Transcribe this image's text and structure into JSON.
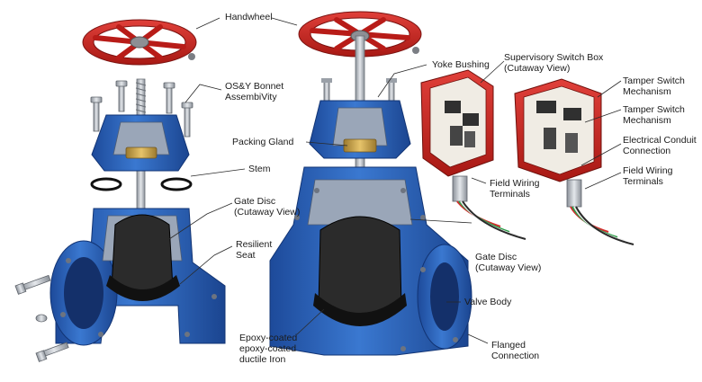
{
  "labels": {
    "handwheel": "Handwheel",
    "osy_bonnet": "OS&Y Bonnet\nAssembiVity",
    "stem": "Stem",
    "gate_disc_left": "Gate Disc\n(Cutaway View)",
    "resilient_seat": "Resilient\nSeat",
    "packing_gland": "Packing Gland",
    "yoke_bushing": "Yoke Bushing",
    "gate_disc_right": "Gate Disc\n(Cutaway View)",
    "valve_body": "Valve Body",
    "flanged_connection": "Flanged\nConnection",
    "epoxy_coated": "Epoxy-coated\nepoxy-coated\nductile Iron",
    "supervisory_switch_box": "Supervisory Switch Box\n(Cutaway View)",
    "field_wiring_left": "Field Wiring\nTerminals",
    "tamper_switch_1": "Tamper Switch\nMechanism",
    "tamper_switch_2": "Tamper Switch\nMechanism",
    "electrical_conduit": "Electrical Conduit\nConnection",
    "field_wiring_right": "Field Wiring\nTerminals"
  },
  "colors": {
    "body_blue": "#2a5fb8",
    "body_blue_dark": "#1a3f86",
    "handwheel_red": "#c8201e",
    "switch_red": "#c92a22",
    "gate_black": "#2b2b2b",
    "steel": "#b9bec6",
    "brass": "#c9a24a"
  }
}
